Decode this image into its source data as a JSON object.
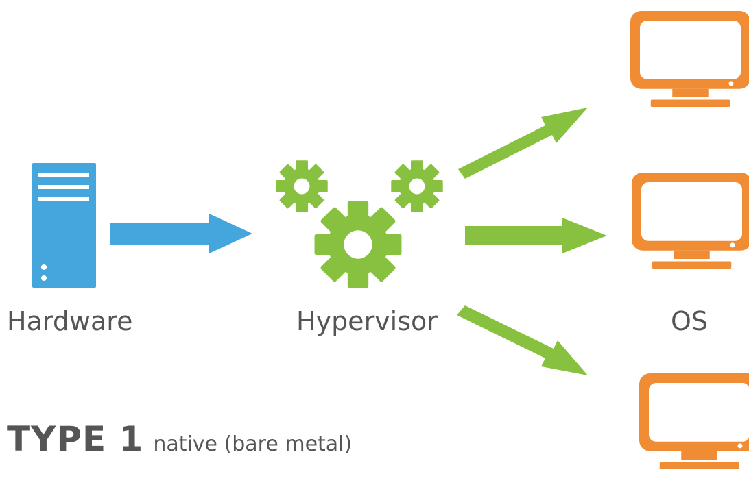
{
  "diagram": {
    "colors": {
      "hardware": "#45a6de",
      "hypervisor": "#88c13f",
      "os": "#f08c33",
      "text": "#555555"
    },
    "nodes": {
      "hardware": {
        "label": "Hardware",
        "icon": "server-icon"
      },
      "hypervisor": {
        "label": "Hypervisor",
        "icon": "gears-icon"
      },
      "os": {
        "label": "OS",
        "icon": "monitor-icon"
      }
    },
    "title": {
      "main": "TYPE 1",
      "sub": "native (bare metal)"
    }
  }
}
